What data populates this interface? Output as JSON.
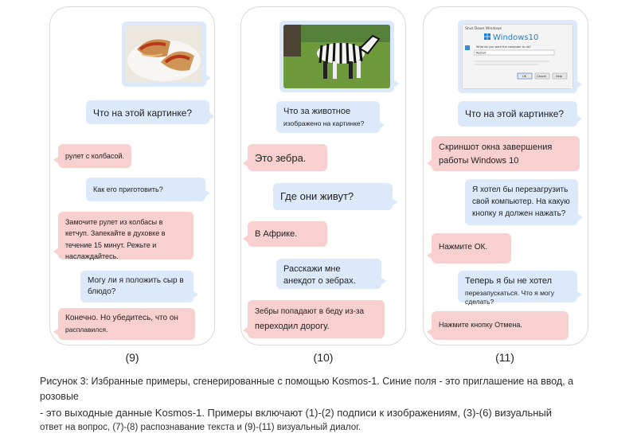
{
  "panels": [
    {
      "label": "(9)",
      "image": {
        "icon": "wrap-food-photo"
      },
      "messages": [
        {
          "role": "user",
          "text": "Что на этой картинке?"
        },
        {
          "role": "model",
          "text": "рулет с колбасой."
        },
        {
          "role": "user",
          "text": "Как его приготовить?"
        },
        {
          "role": "model",
          "text": "Замочите рулет из колбасы в кетчуп. Запекайте в духовке в течение 15 минут. Режьте и наслаждайтесь."
        },
        {
          "role": "user",
          "text": "Могу ли я положить сыр в блюдо?"
        },
        {
          "role": "model",
          "text": "Конечно. Но убедитесь, что он",
          "sub": "расплавился."
        }
      ]
    },
    {
      "label": "(10)",
      "image": {
        "icon": "zebra-photo"
      },
      "messages": [
        {
          "role": "user",
          "text": "Что за животное",
          "sub": "изображено на картинке?"
        },
        {
          "role": "model",
          "text": "Это зебра."
        },
        {
          "role": "user",
          "text": "Где они живут?"
        },
        {
          "role": "model",
          "text": "В Африке."
        },
        {
          "role": "user",
          "text": "Расскажи мне анекдот о зебрах."
        },
        {
          "role": "model",
          "text": "Зебры попадают в беду из-за",
          "sub": "переходил дорогу."
        }
      ]
    },
    {
      "label": "(11)",
      "image": {
        "icon": "windows-shutdown-dialog-screenshot",
        "window_title": "Shut Down Windows",
        "logo_text": "Windows10",
        "prompt": "What do you want the computer to do?",
        "selected_option": "Restart",
        "buttons": [
          "OK",
          "Cancel",
          "Help"
        ]
      },
      "messages": [
        {
          "role": "user",
          "text": "Что на этой картинке?"
        },
        {
          "role": "model",
          "text": "Скриншот окна завершения работы Windows 10"
        },
        {
          "role": "user",
          "text": "Я хотел бы перезагрузить свой компьютер. На какую кнопку я должен нажать?"
        },
        {
          "role": "model",
          "text": "Нажмите ОК."
        },
        {
          "role": "user",
          "text": "Теперь я бы не хотел",
          "sub": "перезапускаться. Что я могу сделать?"
        },
        {
          "role": "model",
          "text": "Нажмите кнопку Отмена."
        }
      ]
    }
  ],
  "caption": {
    "line1": "Рисунок 3: Избранные примеры, сгенерированные с помощью Kosmos-1. Синие поля - это приглашение на ввод, а розовые",
    "line2": "- это выходные данные Kosmos-1. Примеры включают (1)-(2) подписи к изображениям, (3)-(6) визуальный",
    "line3": "ответ на вопрос, (7)-(8) распознавание текста и (9)-(11) визуальный диалог."
  }
}
